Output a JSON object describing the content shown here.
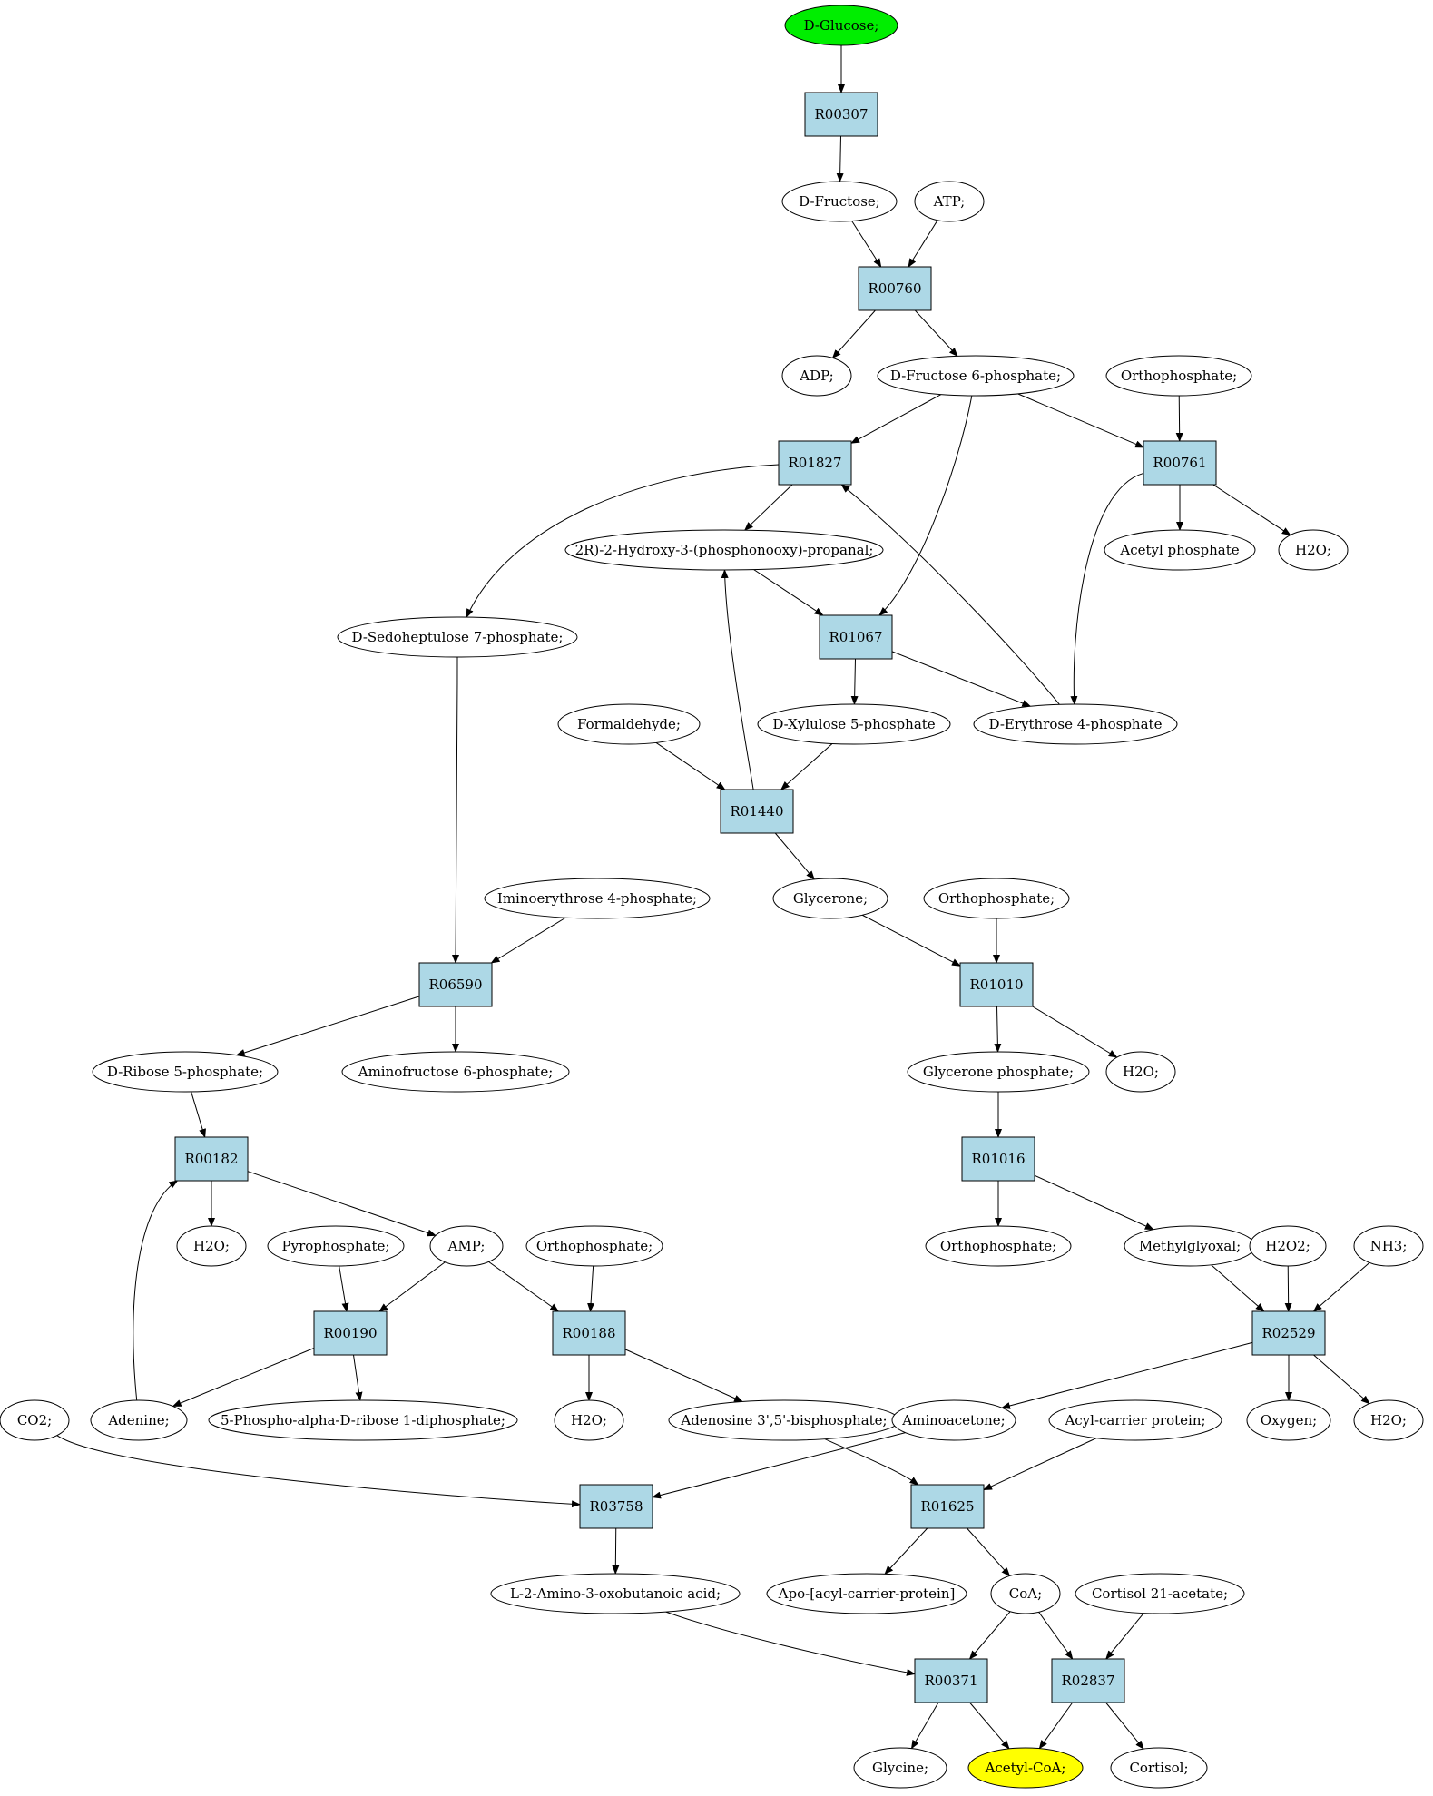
{
  "metabolites": [
    {
      "id": "m_dglucose",
      "label": "D-Glucose;",
      "role": "start"
    },
    {
      "id": "m_dfructose",
      "label": "D-Fructose;"
    },
    {
      "id": "m_atp",
      "label": "ATP;"
    },
    {
      "id": "m_adp",
      "label": "ADP;"
    },
    {
      "id": "m_f6p",
      "label": "D-Fructose 6-phosphate;"
    },
    {
      "id": "m_ortho1",
      "label": "Orthophosphate;"
    },
    {
      "id": "m_g3p",
      "label": "2R)-2-Hydroxy-3-(phosphonooxy)-propanal;"
    },
    {
      "id": "m_acetylp",
      "label": "Acetyl phosphate"
    },
    {
      "id": "m_h2o1",
      "label": "H2O;"
    },
    {
      "id": "m_s7p",
      "label": "D-Sedoheptulose 7-phosphate;"
    },
    {
      "id": "m_formald",
      "label": "Formaldehyde;"
    },
    {
      "id": "m_x5p",
      "label": "D-Xylulose 5-phosphate"
    },
    {
      "id": "m_e4p",
      "label": "D-Erythrose 4-phosphate"
    },
    {
      "id": "m_glycerone",
      "label": "Glycerone;"
    },
    {
      "id": "m_ortho2",
      "label": "Orthophosphate;"
    },
    {
      "id": "m_imino",
      "label": "Iminoerythrose 4-phosphate;"
    },
    {
      "id": "m_r5p",
      "label": "D-Ribose 5-phosphate;"
    },
    {
      "id": "m_aminof6p",
      "label": "Aminofructose 6-phosphate;"
    },
    {
      "id": "m_gp",
      "label": "Glycerone phosphate;"
    },
    {
      "id": "m_h2o2",
      "label": "H2O;"
    },
    {
      "id": "m_h2o3",
      "label": "H2O;"
    },
    {
      "id": "m_pyro",
      "label": "Pyrophosphate;"
    },
    {
      "id": "m_amp",
      "label": "AMP;"
    },
    {
      "id": "m_ortho3",
      "label": "Orthophosphate;"
    },
    {
      "id": "m_ortho4",
      "label": "Orthophosphate;"
    },
    {
      "id": "m_mgo",
      "label": "Methylglyoxal;"
    },
    {
      "id": "m_h2o2b",
      "label": "H2O2;"
    },
    {
      "id": "m_nh3",
      "label": "NH3;"
    },
    {
      "id": "m_co2",
      "label": "CO2;"
    },
    {
      "id": "m_adenine",
      "label": "Adenine;"
    },
    {
      "id": "m_prpp",
      "label": "5-Phospho-alpha-D-ribose 1-diphosphate;"
    },
    {
      "id": "m_h2o4",
      "label": "H2O;"
    },
    {
      "id": "m_pap",
      "label": "Adenosine 3',5'-bisphosphate;"
    },
    {
      "id": "m_aminoacetone",
      "label": "Aminoacetone;"
    },
    {
      "id": "m_acp",
      "label": "Acyl-carrier protein;"
    },
    {
      "id": "m_oxygen",
      "label": "Oxygen;"
    },
    {
      "id": "m_h2o5",
      "label": "H2O;"
    },
    {
      "id": "m_l2a3o",
      "label": "L-2-Amino-3-oxobutanoic acid;"
    },
    {
      "id": "m_apoacp",
      "label": "Apo-[acyl-carrier-protein]"
    },
    {
      "id": "m_coa",
      "label": "CoA;"
    },
    {
      "id": "m_cortisolac",
      "label": "Cortisol 21-acetate;"
    },
    {
      "id": "m_glycine",
      "label": "Glycine;"
    },
    {
      "id": "m_acetylcoa",
      "label": "Acetyl-CoA;",
      "role": "target"
    },
    {
      "id": "m_cortisol",
      "label": "Cortisol;"
    }
  ],
  "reactions": [
    {
      "id": "r_R00307",
      "label": "R00307"
    },
    {
      "id": "r_R00760",
      "label": "R00760"
    },
    {
      "id": "r_R01827",
      "label": "R01827"
    },
    {
      "id": "r_R00761",
      "label": "R00761"
    },
    {
      "id": "r_R01067",
      "label": "R01067"
    },
    {
      "id": "r_R01440",
      "label": "R01440"
    },
    {
      "id": "r_R06590",
      "label": "R06590"
    },
    {
      "id": "r_R01010",
      "label": "R01010"
    },
    {
      "id": "r_R00182",
      "label": "R00182"
    },
    {
      "id": "r_R01016",
      "label": "R01016"
    },
    {
      "id": "r_R00190",
      "label": "R00190"
    },
    {
      "id": "r_R00188",
      "label": "R00188"
    },
    {
      "id": "r_R02529",
      "label": "R02529"
    },
    {
      "id": "r_R03758",
      "label": "R03758"
    },
    {
      "id": "r_R01625",
      "label": "R01625"
    },
    {
      "id": "r_R00371",
      "label": "R00371"
    },
    {
      "id": "r_R02837",
      "label": "R02837"
    }
  ],
  "edges": [
    [
      "m_dglucose",
      "r_R00307"
    ],
    [
      "r_R00307",
      "m_dfructose"
    ],
    [
      "m_dfructose",
      "r_R00760"
    ],
    [
      "m_atp",
      "r_R00760"
    ],
    [
      "r_R00760",
      "m_adp"
    ],
    [
      "r_R00760",
      "m_f6p"
    ],
    [
      "m_f6p",
      "r_R01827"
    ],
    [
      "m_f6p",
      "r_R00761"
    ],
    [
      "m_f6p",
      "r_R01067"
    ],
    [
      "m_ortho1",
      "r_R00761"
    ],
    [
      "r_R01827",
      "m_g3p"
    ],
    [
      "r_R01827",
      "m_s7p"
    ],
    [
      "r_R00761",
      "m_acetylp"
    ],
    [
      "r_R00761",
      "m_h2o1"
    ],
    [
      "r_R00761",
      "m_e4p"
    ],
    [
      "m_g3p",
      "r_R01067"
    ],
    [
      "r_R01067",
      "m_x5p"
    ],
    [
      "r_R01067",
      "m_e4p"
    ],
    [
      "m_e4p",
      "r_R01827"
    ],
    [
      "m_formald",
      "r_R01440"
    ],
    [
      "m_x5p",
      "r_R01440"
    ],
    [
      "r_R01440",
      "m_g3p"
    ],
    [
      "r_R01440",
      "m_glycerone"
    ],
    [
      "m_s7p",
      "r_R06590"
    ],
    [
      "m_imino",
      "r_R06590"
    ],
    [
      "r_R06590",
      "m_r5p"
    ],
    [
      "r_R06590",
      "m_aminof6p"
    ],
    [
      "m_glycerone",
      "r_R01010"
    ],
    [
      "m_ortho2",
      "r_R01010"
    ],
    [
      "r_R01010",
      "m_gp"
    ],
    [
      "r_R01010",
      "m_h2o2"
    ],
    [
      "m_r5p",
      "r_R00182"
    ],
    [
      "m_adenine",
      "r_R00182"
    ],
    [
      "r_R00182",
      "m_h2o3"
    ],
    [
      "r_R00182",
      "m_amp"
    ],
    [
      "m_gp",
      "r_R01016"
    ],
    [
      "r_R01016",
      "m_ortho4"
    ],
    [
      "r_R01016",
      "m_mgo"
    ],
    [
      "m_pyro",
      "r_R00190"
    ],
    [
      "m_amp",
      "r_R00190"
    ],
    [
      "m_amp",
      "r_R00188"
    ],
    [
      "m_ortho3",
      "r_R00188"
    ],
    [
      "r_R00190",
      "m_adenine"
    ],
    [
      "r_R00190",
      "m_prpp"
    ],
    [
      "r_R00188",
      "m_h2o4"
    ],
    [
      "r_R00188",
      "m_pap"
    ],
    [
      "m_mgo",
      "r_R02529"
    ],
    [
      "m_h2o2b",
      "r_R02529"
    ],
    [
      "m_nh3",
      "r_R02529"
    ],
    [
      "r_R02529",
      "m_aminoacetone"
    ],
    [
      "r_R02529",
      "m_oxygen"
    ],
    [
      "r_R02529",
      "m_h2o5"
    ],
    [
      "m_co2",
      "r_R03758"
    ],
    [
      "m_aminoacetone",
      "r_R03758"
    ],
    [
      "r_R03758",
      "m_l2a3o"
    ],
    [
      "m_pap",
      "r_R01625"
    ],
    [
      "m_acp",
      "r_R01625"
    ],
    [
      "r_R01625",
      "m_apoacp"
    ],
    [
      "r_R01625",
      "m_coa"
    ],
    [
      "m_l2a3o",
      "r_R00371"
    ],
    [
      "m_coa",
      "r_R00371"
    ],
    [
      "m_coa",
      "r_R02837"
    ],
    [
      "m_cortisolac",
      "r_R02837"
    ],
    [
      "r_R00371",
      "m_glycine"
    ],
    [
      "r_R00371",
      "m_acetylcoa"
    ],
    [
      "r_R02837",
      "m_acetylcoa"
    ],
    [
      "r_R02837",
      "m_cortisol"
    ]
  ],
  "colors": {
    "start": "#00ee00",
    "target": "#ffff00",
    "metabolite": "#ffffff",
    "reaction": "#add8e6"
  }
}
